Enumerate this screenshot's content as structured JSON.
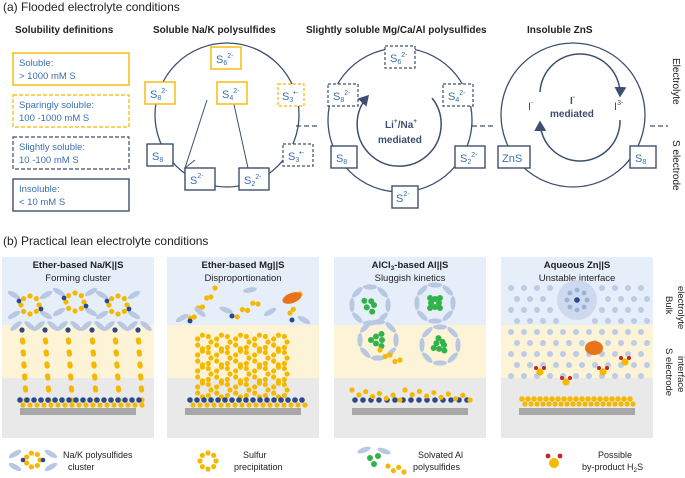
{
  "section_a": {
    "title": "(a) Flooded electrolyte conditions",
    "col_solubility": "Solubility definitions",
    "col_soluble": "Soluble Na/K polysulfides",
    "col_slightly": "Slightly soluble Mg/Ca/Al polysulfides",
    "col_insoluble": "Insoluble ZnS",
    "legend": [
      {
        "line1": "Soluble:",
        "line2": "> 1000 mM S",
        "style": "solid-yellow"
      },
      {
        "line1": "Sparingly soluble:",
        "line2": "100 -1000 mM S",
        "style": "dashed-yellow"
      },
      {
        "line1": "Slightly soluble:",
        "line2": "10 -100 mM S",
        "style": "dashed-navy"
      },
      {
        "line1": "Insoluble:",
        "line2": "< 10 mM S",
        "style": "solid-navy"
      }
    ],
    "side_labels": {
      "electrolyte": "Electrolyte",
      "s_electrode": "S electrode"
    },
    "species": {
      "s8": "S",
      "s8_sub": "8",
      "s8_sup": "2-",
      "s6": "S",
      "s6_sub": "6",
      "s6_sup": "2-",
      "s4": "S",
      "s4_sub": "4",
      "s4_sup": "2-",
      "s3": "S",
      "s3_sub": "3",
      "s3_radical_sup": "•-",
      "s2": "S",
      "s2_sub": "2",
      "s2_sup": "2-",
      "s2minus": "S",
      "s2minus_sup": "2-",
      "zns": "ZnS"
    },
    "mediated_li": {
      "ion1": "Li",
      "ion1_sup": "+",
      "sep": "/",
      "ion2": "Na",
      "ion2_sup": "+",
      "word": "mediated"
    },
    "mediated_i": {
      "ion": "I",
      "ion_sup": "-",
      "word": "mediated",
      "left": "I",
      "left_sup": "-",
      "right": "I",
      "right_sup": "3-"
    }
  },
  "section_b": {
    "title": "(b) Practical lean electrolyte conditions",
    "panels": [
      {
        "title": "Ether-based Na/K||S",
        "subtitle": "Forming cluster"
      },
      {
        "title": "Ether-based Mg||S",
        "subtitle": "Disproportionation"
      },
      {
        "title": "AlCl",
        "title_sub": "3",
        "title_rest": "-based Al||S",
        "subtitle": "Sluggish kinetics"
      },
      {
        "title": "Aqueous Zn||S",
        "subtitle": "Unstable interface"
      }
    ],
    "side_labels": {
      "bulk1": "Bulk",
      "bulk2": "electrolyte",
      "iface1": "S electrode",
      "iface2": "interface"
    },
    "legend": [
      {
        "line1": "Na/K polysulfides",
        "line2": "cluster"
      },
      {
        "line1": "Sulfur",
        "line2": "precipitation"
      },
      {
        "line1": "Solvated Al",
        "line2": "polysulfides"
      },
      {
        "line1": "Possible",
        "line2": "by-product H",
        "line2_sub": "2",
        "line2_rest": "S"
      }
    ]
  },
  "colors": {
    "navy": "#3d4f6e",
    "blue_text": "#3a6fb0",
    "yellow": "#f5b800",
    "bulk_bg": "#e6eef9",
    "iface_bg": "#fdf3d7",
    "substrate_bg": "#e9e9e9",
    "sulfur": "#f5b800",
    "metal": "#2b4a8b",
    "solvent": "#b8c8e3",
    "al_green": "#2fb34a",
    "orange": "#e8731a",
    "h2s_red": "#c0262c"
  }
}
